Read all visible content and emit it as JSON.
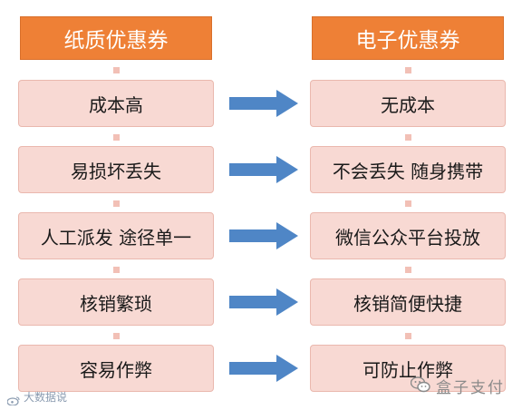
{
  "headers": {
    "left": "纸质优惠券",
    "right": "电子优惠券"
  },
  "rows": [
    {
      "left": "成本高",
      "right": "无成本"
    },
    {
      "left": "易损坏丢失",
      "right": "不会丢失 随身携带"
    },
    {
      "left": "人工派发 途径单一",
      "right": "微信公众平台投放"
    },
    {
      "left": "核销繁琐",
      "right": "核销简便快捷"
    },
    {
      "left": "容易作弊",
      "right": "可防止作弊"
    }
  ],
  "watermark": {
    "text": "大数据说"
  },
  "brand": {
    "name": "盒子支付"
  },
  "colors": {
    "header": "#ee8036",
    "box": "#f8d9d3",
    "arrow": "#4f86c6"
  }
}
